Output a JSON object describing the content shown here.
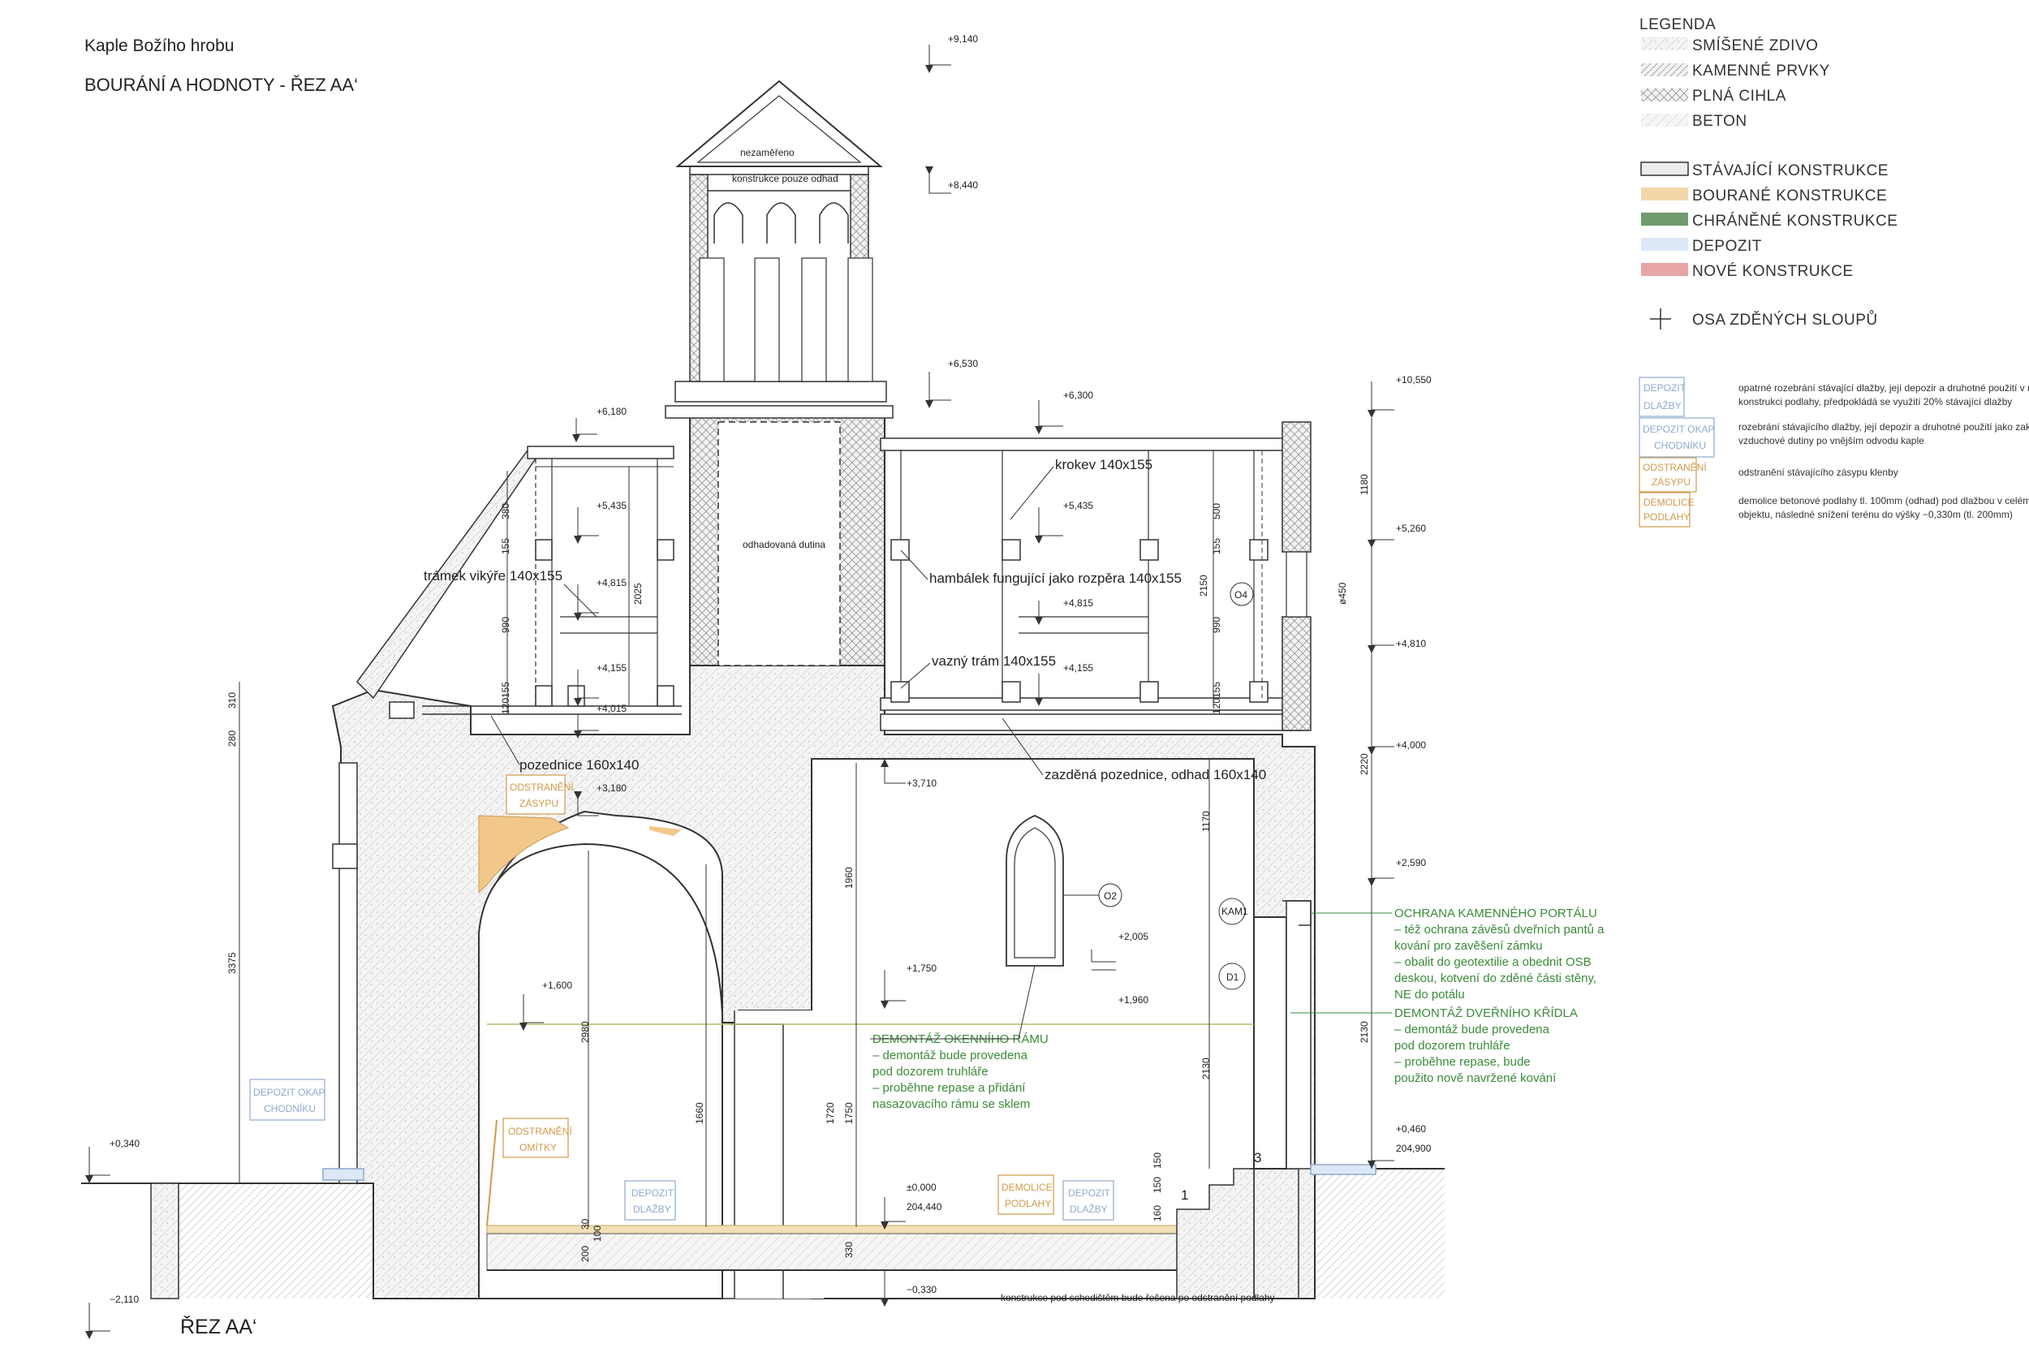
{
  "header": {
    "project": "Kaple Božího hrobu",
    "title": "BOURÁNÍ A HODNOTY - ŘEZ AA‘"
  },
  "footer": {
    "section_label": "ŘEZ AA‘",
    "bottom_note": "konstrukce pod schodištěm bude řešena po odstranění podlahy"
  },
  "legend": {
    "heading": "LEGENDA",
    "hatches": [
      "SMÍŠENÉ ZDIVO",
      "KAMENNÉ PRVKY",
      "PLNÁ CIHLA",
      "BETON"
    ],
    "fills": [
      {
        "label": "STÁVAJÍCÍ KONSTRUKCE",
        "color": "#ececec"
      },
      {
        "label": "BOURANÉ KONSTRUKCE",
        "color": "#f3d7a8"
      },
      {
        "label": "CHRÁNĚNÉ KONSTRUKCE",
        "color": "#6f9b6f"
      },
      {
        "label": "DEPOZIT",
        "color": "#dce8f6"
      },
      {
        "label": "NOVÉ KONSTRUKCE",
        "color": "#e8a5a5"
      }
    ],
    "axis_symbol_label": "OSA ZDĚNÝCH SLOUPŮ"
  },
  "notes": [
    {
      "tag1": "DEPOZIT",
      "tag2": "DLAŽBY",
      "color": "#8fa9cf",
      "line1": "opatrné rozebrání stávající dlažby, její depozir a druhotné použití v nové",
      "line2": "konstrukci podlahy, předpokládá se využití 20% stávající dlažby"
    },
    {
      "tag1": "DEPOZIT OKAP.",
      "tag2": "CHODNÍKU",
      "color": "#8fa9cf",
      "line1": "rozebrání stávajícího dlažby, její depozir a druhotné použití jako zakrytí",
      "line2": "vzduchové dutiny po vnějším odvodu kaple"
    },
    {
      "tag1": "ODSTRANĚNÍ",
      "tag2": "ZÁSYPU",
      "color": "#d19a4a",
      "line1": "odstranění stávajícího zásypu klenby",
      "line2": ""
    },
    {
      "tag1": "DEMOLICE",
      "tag2": "PODLAHY",
      "color": "#d19a4a",
      "line1": "demolice betonové podlahy tl. 100mm (odhad) pod dlažbou v celém",
      "line2": "objektu, následné snížení terénu do výšky −0,330m (tl. 200mm)"
    }
  ],
  "levels": [
    "+9,140",
    "+8,440",
    "+6,530",
    "+6,180",
    "+6,300",
    "+10,550",
    "+5,435",
    "+5,435",
    "+4,815",
    "+4,815",
    "+4,155",
    "+4,155",
    "+4,015",
    "+3,180",
    "+3,710",
    "+5,260",
    "+4,810",
    "+4,000",
    "+2,590",
    "+2,005",
    "+1,960",
    "+1,750",
    "+1,600",
    "+0,340",
    "±0,000",
    "204,440",
    "−0,330",
    "−2,110",
    "+0,460",
    "204,900"
  ],
  "labels": {
    "nezamereno": "nezaměřeno",
    "konstrukce_odhad": "konstrukce pouze odhad",
    "dutina": "odhadovaná dutina",
    "tramek": "trámek vikýře 140x155",
    "pozednice": "pozednice 160x140",
    "krokev": "krokev 140x155",
    "hambalek": "hambálek fungující jako rozpěra 140x155",
    "vazny": "vazný trám 140x155",
    "zazdena": "zazděná pozednice, odhad 160x140",
    "okno_title": "DEMONTÁŽ OKENNÍHO RÁMU",
    "okno_l1": "– demontáž bude provedena",
    "okno_l2": "pod dozorem truhláře",
    "okno_l3": "– proběhne repase a přidání",
    "okno_l4": "nasazovacího rámu se sklem",
    "portal_title": "OCHRANA KAMENNÉHO PORTÁLU",
    "portal_l1": "– též ochrana závěsů dveřních pantů a",
    "portal_l2": "kování pro zavěšení zámku",
    "portal_l3": "– obalit do geotextilie a obednit OSB",
    "portal_l4": "deskou, kotvení do zděné části stěny,",
    "portal_l5": "NE do potálu",
    "dvere_title": "DEMONTÁŽ DVEŘNÍHO KŘÍDLA",
    "dvere_l1": "– demontáž bude provedena",
    "dvere_l2": "pod dozorem truhláře",
    "dvere_l3": "– proběhne repase, bude",
    "dvere_l4": "použito nově navržené kování",
    "tag_zasyp1": "ODSTRANĚNÍ",
    "tag_zasyp2": "ZÁSYPU",
    "tag_omitky1": "ODSTRANĚNÍ",
    "tag_omitky2": "OMÍTKY",
    "tag_dlazby1": "DEPOZIT",
    "tag_dlazby2": "DLAŽBY",
    "tag_dlazby3": "DEPOZIT",
    "tag_dlazby4": "DLAŽBY",
    "tag_podlahy1": "DEMOLICE",
    "tag_podlahy2": "PODLAHY",
    "tag_chodnik1": "DEPOZIT OKAP.",
    "tag_chodnik2": "CHODNÍKU",
    "o2": "O2",
    "o4": "O4",
    "kam1": "KAM1",
    "d1": "D1",
    "step1": "1",
    "step3": "3",
    "ovoid": "ø450"
  },
  "dims": [
    "380",
    "155",
    "990",
    "120",
    "155",
    "2025",
    "500",
    "155",
    "2150",
    "990",
    "120",
    "155",
    "1180",
    "2220",
    "2130",
    "310",
    "280",
    "3375",
    "1170",
    "1960",
    "2130",
    "2980",
    "1660",
    "1720",
    "1750",
    "30",
    "200",
    "100",
    "330",
    "160",
    "150",
    "150"
  ]
}
